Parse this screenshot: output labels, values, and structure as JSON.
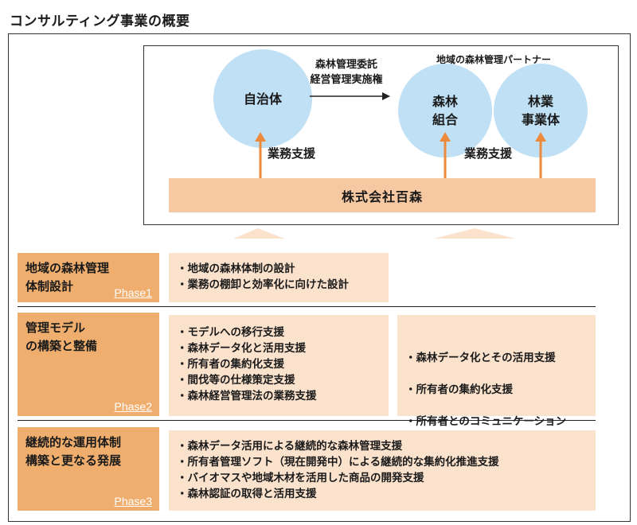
{
  "title": "コンサルティング事業の概要",
  "top_diagram": {
    "municipality": "自治体",
    "flow_label": "森林管理委託\n経営管理実施権",
    "partner_label": "地域の森林管理パートナー",
    "forest_coop": "森林\n組合",
    "forest_business": "林業\n事業体",
    "support_label_left": "業務支援",
    "support_label_right": "業務支援",
    "company": "株式会社百森"
  },
  "phases": [
    {
      "title": "地域の森林管理\n体制設計",
      "tag": "Phase1",
      "left_items": [
        "・地域の森林体制の設計",
        "・業務の棚卸と効率化に向けた設計"
      ],
      "right_items": []
    },
    {
      "title": "管理モデル\nの構築と整備",
      "tag": "Phase2",
      "left_items": [
        "・モデルへの移行支援",
        "・森林データ化と活用支援",
        "・所有者の集約化支援",
        "・間伐等の仕様策定支援",
        "・森林経営管理法の業務支援"
      ],
      "right_items": [
        "・森林データ化とその活用支援",
        "・所有者の集約化支援",
        "・所有者とのコミュニケーション\n  ツール支援"
      ]
    },
    {
      "title": "継続的な運用体制\n構築と更なる発展",
      "tag": "Phase3",
      "left_items": [
        "・森林データ活用による継続的な森林管理支援",
        "・所有者管理ソフト（現在開発中）による継続的な集約化推進支援",
        "・バイオマスや地域木材を活用した商品の開発支援",
        "・森林認証の取得と活用支援"
      ],
      "right_items": []
    }
  ],
  "colors": {
    "circle": "#bfe0f5",
    "company_bar": "#f7c9a3",
    "phase_box": "#f0ae6e",
    "content_box": "#fbe2cd",
    "triangle": "#fbe2cd",
    "arrow": "#ee8a3a"
  }
}
